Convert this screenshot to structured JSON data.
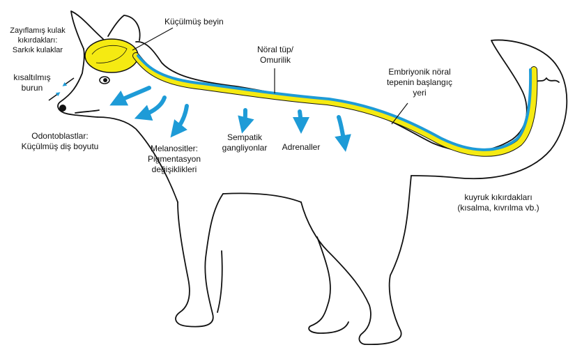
{
  "labels": {
    "ears": [
      "Zayıflamış kulak",
      "kıkırdakları:",
      "Sarkık kulaklar"
    ],
    "brain": "Küçülmüş beyin",
    "neural_tube": [
      "Nöral tüp/",
      "Omurilik"
    ],
    "crest_origin": [
      "Embriyonik nöral",
      "tepenin başlangıç",
      "yeri"
    ],
    "nose": [
      "kısaltılmış",
      "burun"
    ],
    "teeth": [
      "Odontoblastlar:",
      "Küçülmüş diş boyutu"
    ],
    "melanocytes": [
      "Melanositler:",
      "Pigmentasyon",
      "değişiklikleri"
    ],
    "sympathetic": [
      "Sempatik",
      "gangliyonlar"
    ],
    "adrenal": "Adrenaller",
    "tail": [
      "kuyruk kıkırdakları",
      "(kısalma, kıvrılma vb.)"
    ]
  },
  "colors": {
    "outline": "#111111",
    "brain_fill": "#f5ea12",
    "neural_yellow": "#f5ea12",
    "neural_blue": "#1e9bd7",
    "arrow": "#1e9bd7"
  }
}
